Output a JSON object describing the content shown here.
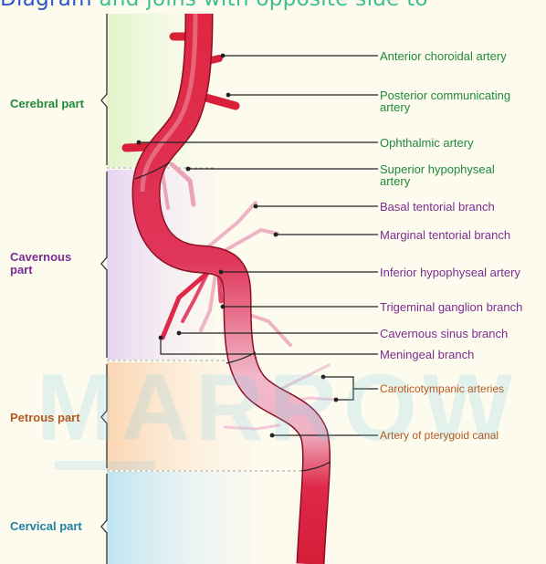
{
  "handwritten_note": {
    "part1": "Diagram",
    "part2": "and joins with opposite side to"
  },
  "watermark": "MARROW",
  "colors": {
    "cerebral": "#1f8a3a",
    "cavernous": "#7a2d92",
    "petrous": "#b55a1f",
    "cervical": "#1e7fa2",
    "artery": "#d8203a",
    "leader": "#222222"
  },
  "parts": [
    {
      "id": "cerebral",
      "label": "Cerebral part"
    },
    {
      "id": "cavernous",
      "label": "Cavernous\npart"
    },
    {
      "id": "petrous",
      "label": "Petrous part"
    },
    {
      "id": "cervical",
      "label": "Cervical part"
    }
  ],
  "branches": [
    {
      "id": "anterior-choroidal",
      "label": "Anterior choroidal artery",
      "segment": "cerebral"
    },
    {
      "id": "posterior-communicating",
      "label": "Posterior communicating\nartery",
      "segment": "cerebral"
    },
    {
      "id": "ophthalmic",
      "label": "Ophthalmic artery",
      "segment": "cerebral"
    },
    {
      "id": "superior-hypophyseal",
      "label": "Superior hypophyseal\nartery",
      "segment": "cerebral"
    },
    {
      "id": "basal-tentorial",
      "label": "Basal tentorial branch",
      "segment": "cavernous"
    },
    {
      "id": "marginal-tentorial",
      "label": "Marginal tentorial branch",
      "segment": "cavernous"
    },
    {
      "id": "inferior-hypophyseal",
      "label": "Inferior hypophyseal artery",
      "segment": "cavernous"
    },
    {
      "id": "trigeminal-ganglion",
      "label": "Trigeminal ganglion branch",
      "segment": "cavernous"
    },
    {
      "id": "cavernous-sinus",
      "label": "Cavernous sinus branch",
      "segment": "cavernous"
    },
    {
      "id": "meningeal",
      "label": "Meningeal branch",
      "segment": "cavernous"
    },
    {
      "id": "caroticotympanic",
      "label": "Caroticotympanic arteries",
      "segment": "petrous"
    },
    {
      "id": "pterygoid-canal",
      "label": "Artery of pterygoid canal",
      "segment": "petrous"
    }
  ]
}
